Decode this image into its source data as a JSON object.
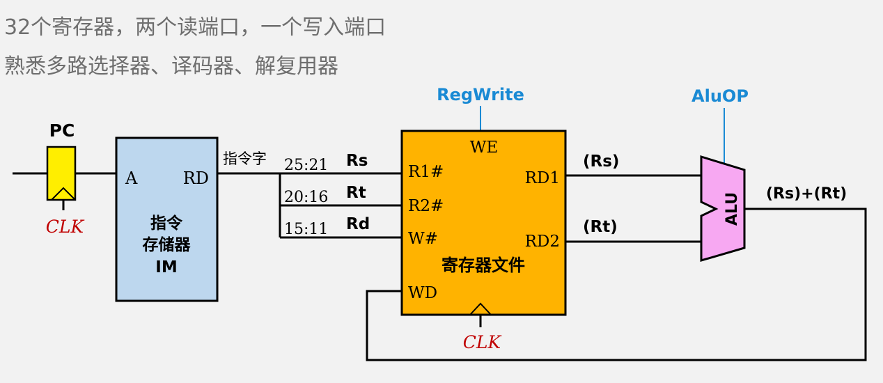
{
  "heading": {
    "line1": "32个寄存器，两个读端口，一个写入端口",
    "line2": "熟悉多路选择器、译码器、解复用器"
  },
  "pc": {
    "label": "PC",
    "clk": "CLK"
  },
  "im": {
    "port_a": "A",
    "port_rd": "RD",
    "title_line1": "指令",
    "title_line2": "存储器",
    "title_line3": "IM"
  },
  "instr_word": "指令字",
  "fields": [
    {
      "bits": "25:21",
      "name": "Rs"
    },
    {
      "bits": "20:16",
      "name": "Rt"
    },
    {
      "bits": "15:11",
      "name": "Rd"
    }
  ],
  "regfile": {
    "we": "WE",
    "r1": "R1#",
    "r2": "R2#",
    "w": "W#",
    "wd": "WD",
    "rd1": "RD1",
    "rd2": "RD2",
    "title": "寄存器文件",
    "clk": "CLK"
  },
  "control": {
    "regwrite": "RegWrite",
    "aluop": "AluOP"
  },
  "alu": {
    "label": "ALU",
    "in1": "(Rs)",
    "in2": "(Rt)",
    "out": "(Rs)+(Rt)"
  },
  "colors": {
    "pc_fill": "#ffee00",
    "im_fill": "#bdd7ee",
    "regfile_fill": "#ffb300",
    "alu_fill": "#f7a8f2",
    "control": "#1a8ad4",
    "clk": "#c00000"
  }
}
